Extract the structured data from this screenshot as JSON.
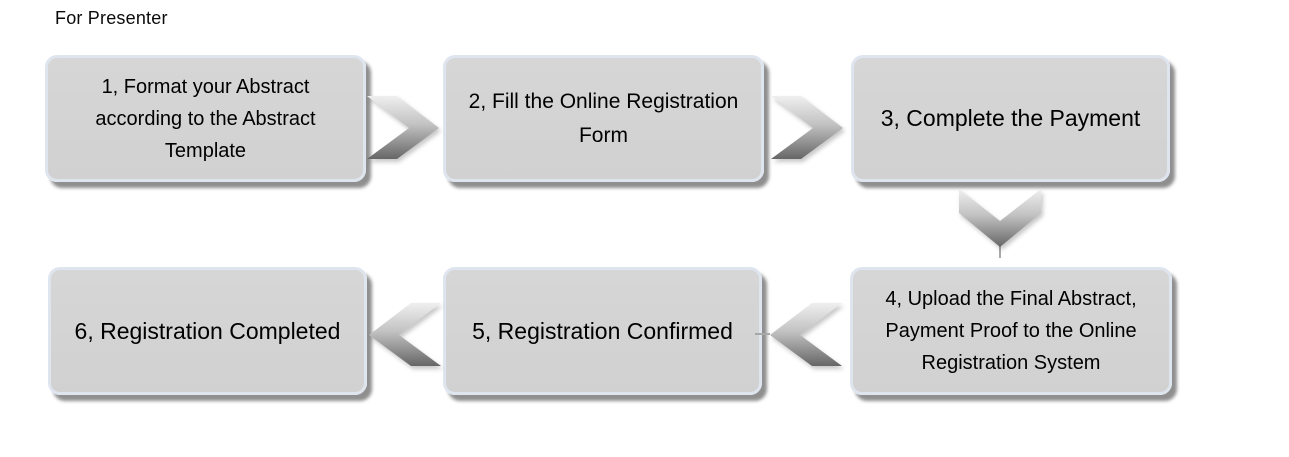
{
  "title": "For Presenter",
  "steps": [
    {
      "id": 1,
      "label": "1, Format your Abstract\naccording to the Abstract\nTemplate"
    },
    {
      "id": 2,
      "label": "2, Fill the Online Registration\nForm"
    },
    {
      "id": 3,
      "label": "3, Complete the Payment"
    },
    {
      "id": 4,
      "label": "4, Upload the Final Abstract,\nPayment Proof to the Online\nRegistration System"
    },
    {
      "id": 5,
      "label": "5, Registration Confirmed"
    },
    {
      "id": 6,
      "label": "6, Registration Completed"
    }
  ],
  "arrows": [
    {
      "name": "arrow-step1-to-step2",
      "direction": "right"
    },
    {
      "name": "arrow-step2-to-step3",
      "direction": "right"
    },
    {
      "name": "arrow-step3-to-step4",
      "direction": "down"
    },
    {
      "name": "arrow-step4-to-step5",
      "direction": "left"
    },
    {
      "name": "arrow-step5-to-step6",
      "direction": "left"
    }
  ],
  "colors": {
    "background": "#ffffff",
    "box_fill": "#d3d3d3",
    "box_border": "#dfe5ef",
    "text": "#000000",
    "arrow_gradient_top": "#ededed",
    "arrow_gradient_bottom": "#666666"
  }
}
